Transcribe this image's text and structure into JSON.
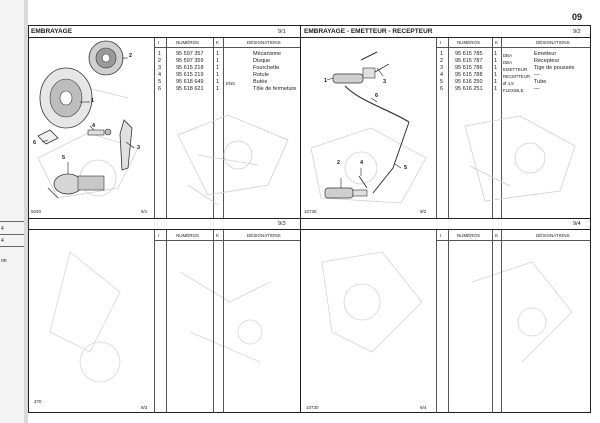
{
  "page_number": "09",
  "left_strip": {
    "texts": [
      "4",
      "4",
      "on"
    ]
  },
  "sections": [
    {
      "title": "EMBRAYAGE",
      "ref": "9/1",
      "figure_code": "5030",
      "footer_ref": "9/1",
      "columns": [
        "I",
        "NUMÉROS",
        "K",
        "DÉSIGNATIONS"
      ],
      "rows": [
        {
          "item": "1",
          "number": "95 597 357",
          "qty": "1",
          "note": "",
          "designation": "Mécanisme"
        },
        {
          "item": "2",
          "number": "95 597 359",
          "qty": "1",
          "note": "",
          "designation": "Disque"
        },
        {
          "item": "3",
          "number": "95 615 218",
          "qty": "1",
          "note": "",
          "designation": "Fourchette"
        },
        {
          "item": "4",
          "number": "95 615 219",
          "qty": "1",
          "note": "",
          "designation": "Rotule"
        },
        {
          "item": "5",
          "number": "95 618 649",
          "qty": "1",
          "note": "ENS",
          "designation": "Butée"
        },
        {
          "item": "6",
          "number": "95 618 621",
          "qty": "1",
          "note": "",
          "designation": "Tôle de fermeture"
        }
      ],
      "callouts": [
        "1",
        "2",
        "3",
        "4",
        "5",
        "6"
      ]
    },
    {
      "title": "EMBRAYAGE - EMETTEUR - RECEPTEUR",
      "ref": "9/2",
      "figure_code": "10730",
      "footer_ref": "9/2",
      "columns": [
        "I",
        "NUMÉROS",
        "K",
        "DÉSIGNATIONS"
      ],
      "rows": [
        {
          "item": "1",
          "number": "95 615 785",
          "qty": "1",
          "note": "DBA",
          "designation": "Emetteur"
        },
        {
          "item": "2",
          "number": "95 615 787",
          "qty": "1",
          "note": "DBA",
          "designation": "Récepteur"
        },
        {
          "item": "3",
          "number": "95 615 786",
          "qty": "1",
          "note": "EMETTEUR",
          "designation": "Tige de poussée"
        },
        {
          "item": "4",
          "number": "95 615 788",
          "qty": "1",
          "note": "RECEPTEUR",
          "designation": "—"
        },
        {
          "item": "5",
          "number": "95 616 250",
          "qty": "1",
          "note": "Ø 4,5",
          "designation": "Tube"
        },
        {
          "item": "6",
          "number": "95 616 251",
          "qty": "1",
          "note": "FLEXIBLE",
          "designation": "—"
        }
      ],
      "callouts": [
        "1",
        "2",
        "3",
        "4",
        "5",
        "6"
      ]
    },
    {
      "title": "",
      "ref": "9/3",
      "figure_code": "370",
      "footer_ref": "9/3",
      "columns": [
        "I",
        "NUMÉROS",
        "K",
        "DÉSIGNATIONS"
      ],
      "rows": []
    },
    {
      "title": "",
      "ref": "9/4",
      "figure_code": "10730",
      "footer_ref": "9/4",
      "columns": [
        "I",
        "NUMÉROS",
        "K",
        "DÉSIGNATIONS"
      ],
      "rows": []
    }
  ]
}
